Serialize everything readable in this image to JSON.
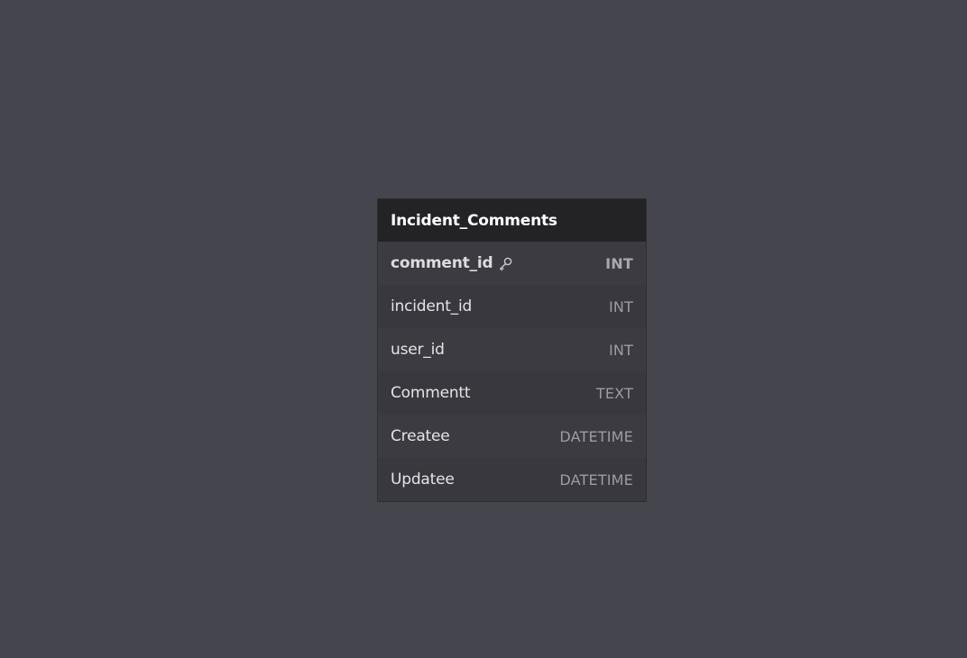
{
  "table": {
    "name": "Incident_Comments",
    "fields": [
      {
        "name": "comment_id",
        "type": "INT",
        "primary_key": true,
        "icon": "key-icon"
      },
      {
        "name": "incident_id",
        "type": "INT",
        "primary_key": false
      },
      {
        "name": "user_id",
        "type": "INT",
        "primary_key": false
      },
      {
        "name": "Commentt",
        "type": "TEXT",
        "primary_key": false
      },
      {
        "name": "Createe",
        "type": "DATETIME",
        "primary_key": false
      },
      {
        "name": "Updatee",
        "type": "DATETIME",
        "primary_key": false
      }
    ]
  },
  "colors": {
    "background": "#45454e",
    "header": "#232326",
    "row": "#3a3a40",
    "field_text": "#e4e4e8",
    "type_text": "#9c9ca4"
  }
}
